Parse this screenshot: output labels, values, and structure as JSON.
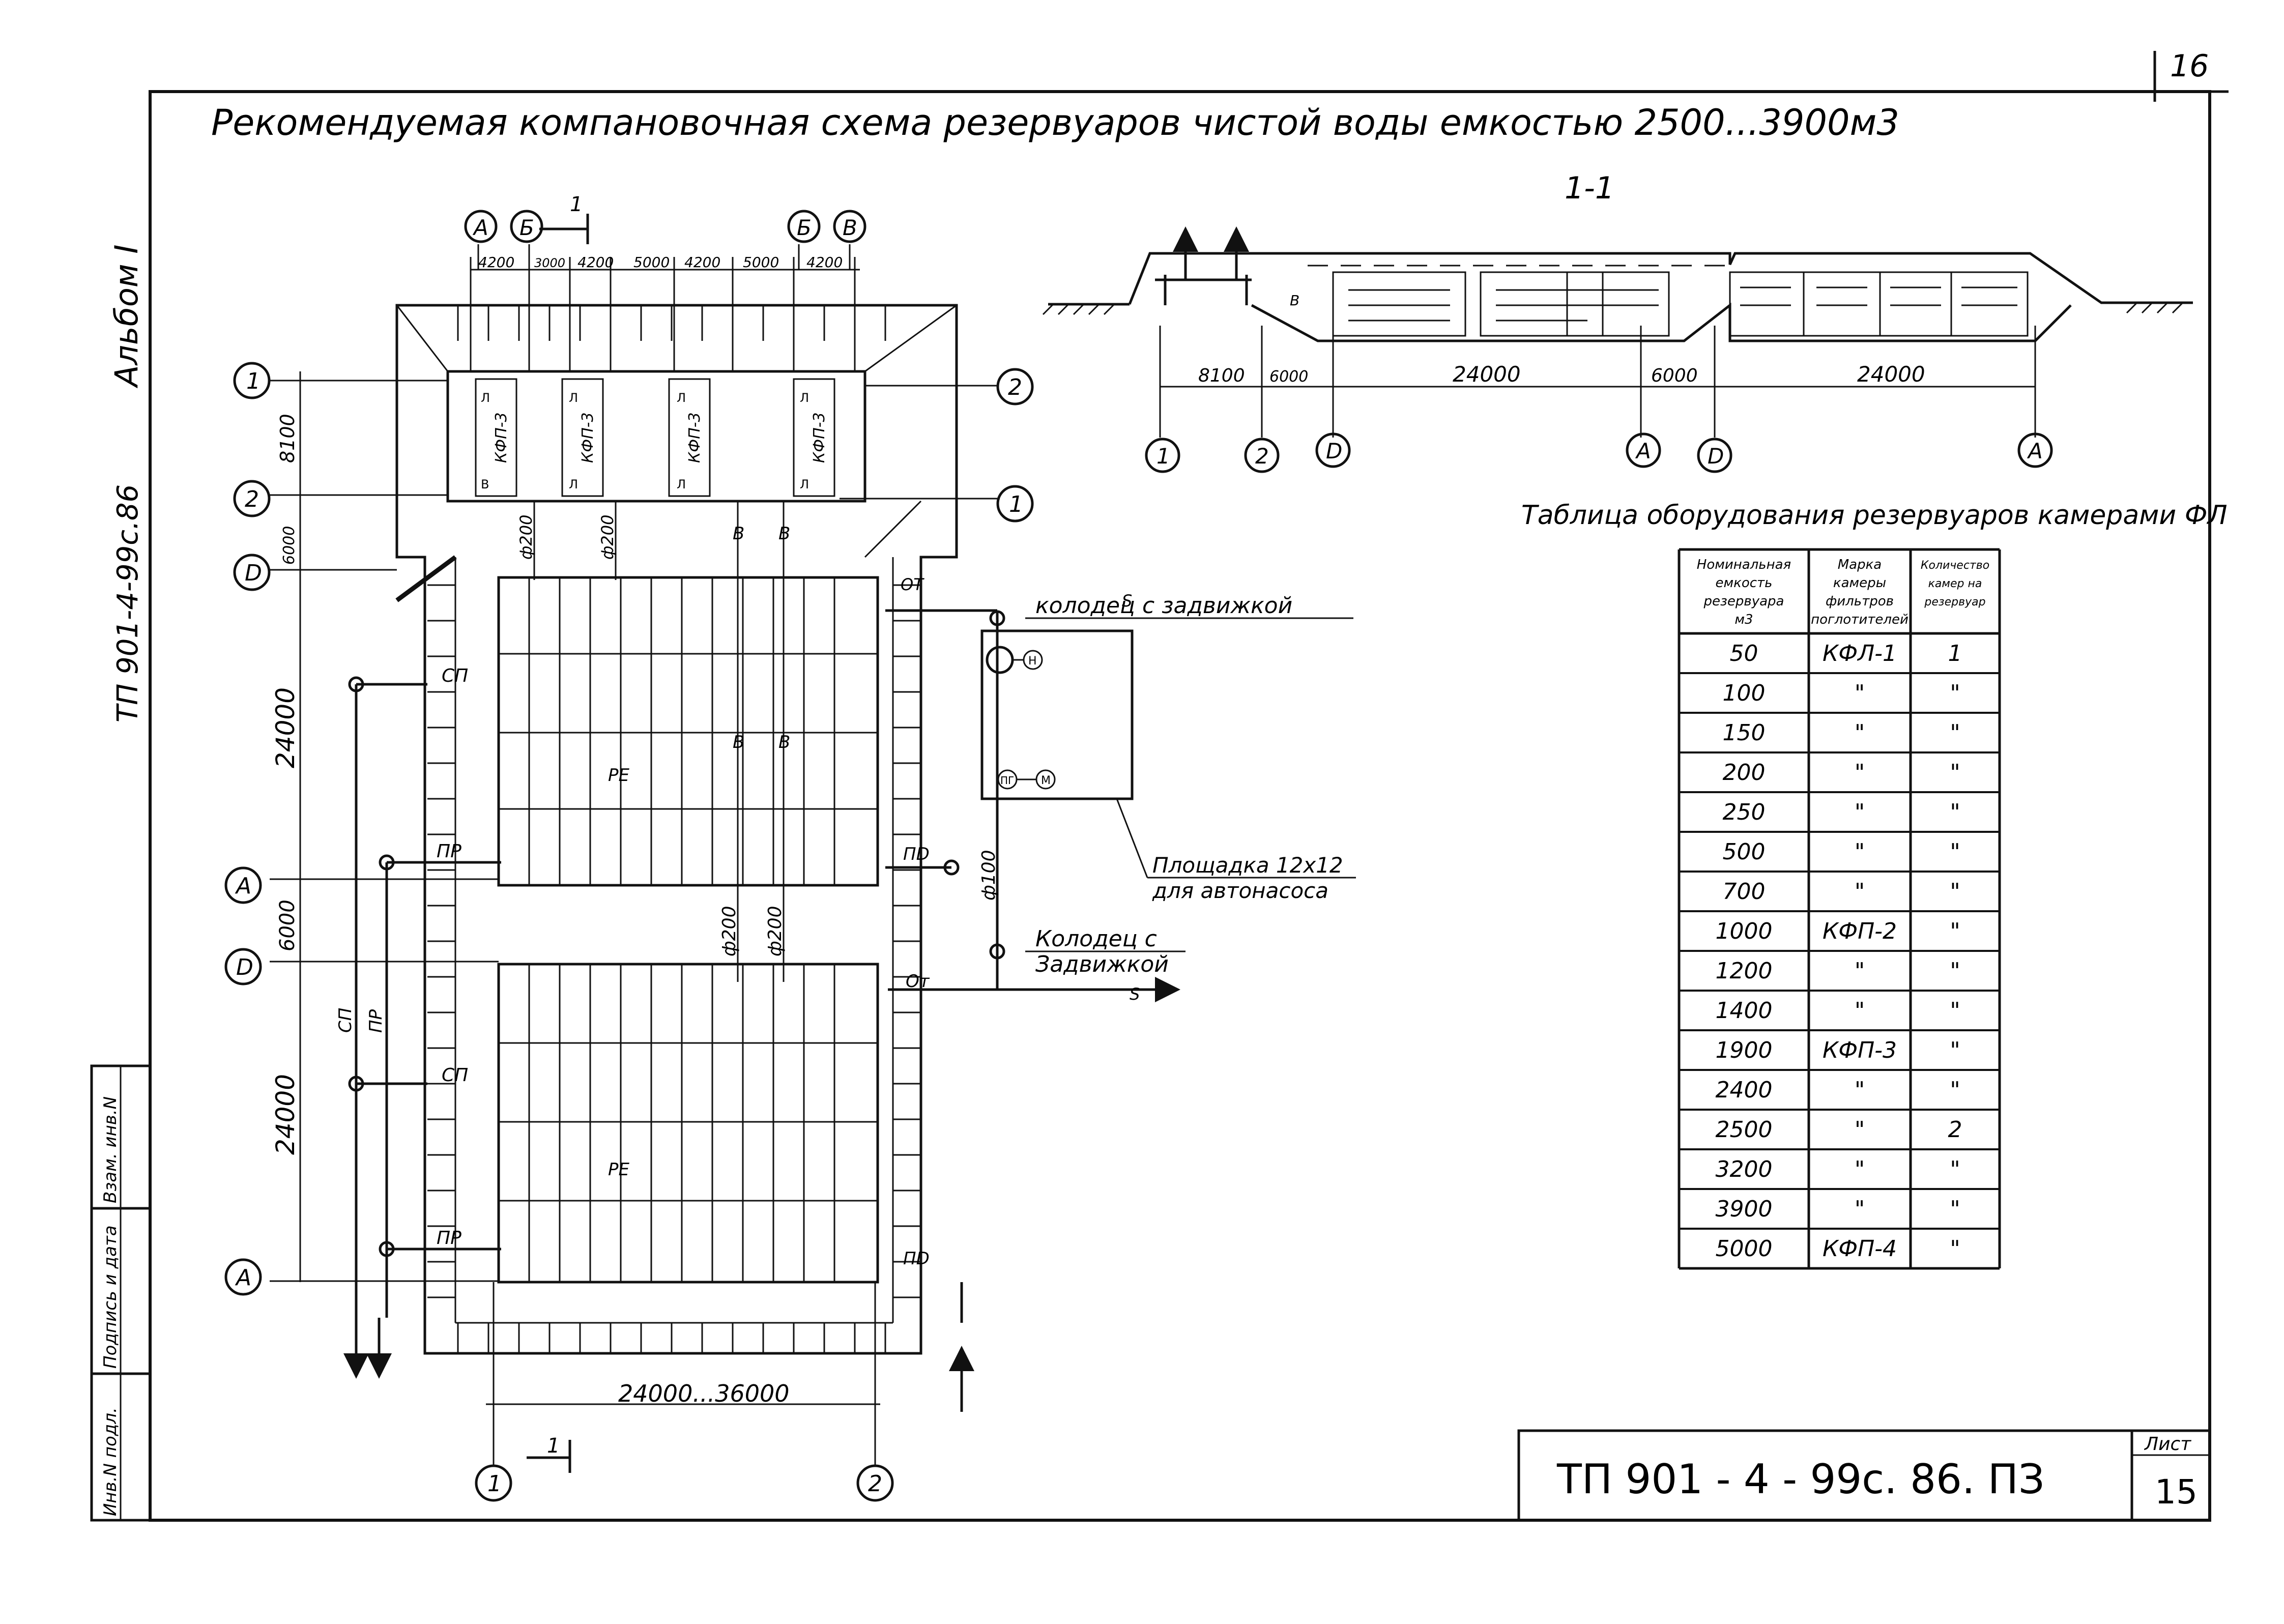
{
  "sheet": {
    "page_top_number": "16",
    "title": "Рекомендуемая компановочная схема резервуаров чистой воды емкостью 2500...3900м3",
    "album": "Альбом I",
    "doc_code_side": "ТП 901-4-99с.86",
    "stamp_code": "ТП 901 - 4 - 99с. 86. ПЗ",
    "sheet_label": "Лист",
    "sheet_number": "15",
    "side_stamp": [
      "Инв.N подл.",
      "Подпись и дата",
      "Взам. инв.N"
    ]
  },
  "plan": {
    "axis_labels": {
      "A": "А",
      "B": "Б",
      "V": "В",
      "D": "D",
      "one": "1",
      "two": "2"
    },
    "top_dims": [
      "4200",
      "3000",
      "4200",
      "5000",
      "4200",
      "5000",
      "4200"
    ],
    "left_dims": [
      "8100",
      "6000",
      "24000",
      "6000",
      "24000"
    ],
    "bottom_dim": "24000...36000",
    "section_mark": "1",
    "filter_cameras": [
      "КФП-3",
      "КФП-3",
      "КФП-3",
      "КФП-3"
    ],
    "camera_letters": [
      "Л",
      "Л",
      "Л",
      "Л",
      "В",
      "Л",
      "Л",
      "Л"
    ],
    "pipe_labels": {
      "phi200": "ф200",
      "phi100": "ф100",
      "v": "В"
    },
    "tank_label": "РЕ",
    "side_labels": {
      "sp": "СП",
      "pr": "ПР",
      "pd": "ПD",
      "ot": "ОТ",
      "om": "От"
    },
    "well_top": "колодец с задвижкой",
    "well_bottom": [
      "Колодец с",
      "Задвижкой"
    ],
    "platform": [
      "Площадка 12x12",
      "для автонасоса"
    ],
    "platform_marks": [
      "Н",
      "М",
      "ПГ"
    ],
    "flow_arrow": "S"
  },
  "section": {
    "title": "1-1",
    "dims": [
      "8100",
      "6000",
      "24000",
      "6000",
      "24000"
    ],
    "axes": [
      "1",
      "2",
      "D",
      "А",
      "D",
      "А"
    ],
    "mark_b": "В"
  },
  "table": {
    "title": "Таблица оборудования резервуаров камерами ФЛ",
    "headers": [
      "Номинальная емкость резервуара м3",
      "Марка камеры фильтров поглотителей",
      "Количество камер на резервуар"
    ],
    "rows": [
      [
        "50",
        "КФЛ-1",
        "1"
      ],
      [
        "100",
        "\"",
        "\""
      ],
      [
        "150",
        "\"",
        "\""
      ],
      [
        "200",
        "\"",
        "\""
      ],
      [
        "250",
        "\"",
        "\""
      ],
      [
        "500",
        "\"",
        "\""
      ],
      [
        "700",
        "\"",
        "\""
      ],
      [
        "1000",
        "КФП-2",
        "\""
      ],
      [
        "1200",
        "\"",
        "\""
      ],
      [
        "1400",
        "\"",
        "\""
      ],
      [
        "1900",
        "КФП-3",
        "\""
      ],
      [
        "2400",
        "\"",
        "\""
      ],
      [
        "2500",
        "\"",
        "2"
      ],
      [
        "3200",
        "\"",
        "\""
      ],
      [
        "3900",
        "\"",
        "\""
      ],
      [
        "5000",
        "КФП-4",
        "\""
      ]
    ]
  }
}
